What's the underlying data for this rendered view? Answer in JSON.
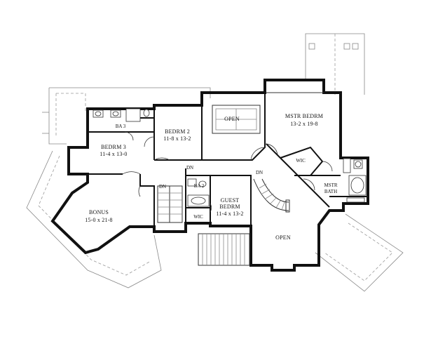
{
  "rooms": {
    "mstr_bedrm": {
      "name": "MSTR BEDRM",
      "size": "13-2 x 19-8"
    },
    "open_top": {
      "name": "OPEN"
    },
    "bedrm2": {
      "name": "BEDRM 2",
      "size": "11-8 x 13-2"
    },
    "ba3": {
      "name": "BA 3"
    },
    "bedrm3": {
      "name": "BEDRM 3",
      "size": "11-4 x 13-0"
    },
    "bonus": {
      "name": "BONUS",
      "size": "15-0 x 21-8"
    },
    "ba2": {
      "name": "BA 2"
    },
    "guest_bedrm": {
      "name": "GUEST BEDRM",
      "size": "11-4 x 13-2"
    },
    "wic_guest": {
      "name": "WIC"
    },
    "wic_master": {
      "name": "WIC"
    },
    "mstr_bath": {
      "name": "MSTR BATH"
    },
    "open_bottom": {
      "name": "OPEN"
    }
  },
  "stairs": {
    "dn_center": "DN",
    "dn_left": "DN",
    "dn_right": "DN"
  }
}
